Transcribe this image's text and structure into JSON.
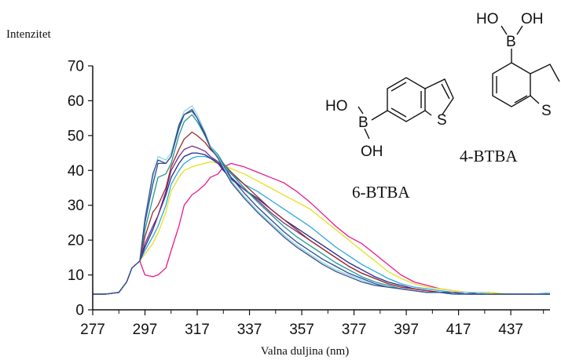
{
  "chart_data": {
    "type": "line",
    "ylabel": "Intenzitet",
    "xlabel": "Valna duljina (nm)",
    "xlim": [
      277,
      452
    ],
    "ylim": [
      0,
      70
    ],
    "x_ticks": [
      277,
      297,
      317,
      337,
      357,
      377,
      397,
      417,
      437
    ],
    "y_ticks": [
      0,
      10,
      20,
      30,
      40,
      50,
      60,
      70
    ],
    "grid": false,
    "legend": "none",
    "annotations": [
      "6-BTBA",
      "4-BTBA"
    ],
    "structures": {
      "btba6": {
        "ho": "HO",
        "b": "B",
        "oh": "OH",
        "s": "S"
      },
      "btba4": {
        "ho": "HO",
        "b": "B",
        "oh": "OH",
        "s": "S"
      }
    },
    "x": [
      277,
      282,
      287,
      290,
      292,
      295,
      297,
      300,
      302,
      305,
      307,
      310,
      312,
      315,
      317,
      320,
      322,
      325,
      327,
      330,
      335,
      340,
      345,
      350,
      355,
      360,
      365,
      370,
      375,
      380,
      385,
      390,
      395,
      400,
      405,
      410,
      415,
      420,
      425,
      430,
      435,
      440,
      445,
      452
    ],
    "series": [
      {
        "color": "#e8198c",
        "values": [
          4.5,
          4.5,
          5,
          8,
          12,
          14,
          10,
          9.5,
          10,
          12,
          17,
          24,
          30,
          33,
          34,
          36,
          38,
          39,
          41,
          42,
          41,
          39.5,
          38,
          36.5,
          34,
          31,
          27.5,
          24,
          21,
          19,
          16,
          13,
          10,
          8,
          7,
          6,
          5.5,
          5,
          5,
          4.5,
          4.5,
          4.5,
          4.5,
          4.5
        ]
      },
      {
        "color": "#e6e01e",
        "values": [
          4.5,
          4.5,
          5,
          8,
          12,
          14,
          16,
          19,
          22,
          28,
          34,
          38,
          40,
          41,
          41.5,
          42,
          42.5,
          42,
          41.5,
          40.5,
          39,
          37,
          35,
          33,
          31,
          29,
          26,
          23,
          20,
          17,
          14,
          11,
          9,
          7.5,
          6.5,
          6,
          5.5,
          5,
          5,
          5,
          4.5,
          4.5,
          4.5,
          4.5
        ]
      },
      {
        "color": "#2ea7e0",
        "values": [
          4.5,
          4.5,
          5,
          8,
          12,
          14,
          17,
          21,
          24,
          30,
          36,
          40,
          42,
          43.5,
          44,
          44,
          43.5,
          42.5,
          41,
          39,
          36,
          34,
          31.5,
          29,
          26.5,
          24,
          21,
          18,
          15.5,
          13,
          11,
          9,
          7.5,
          6.5,
          6,
          5.5,
          5,
          5,
          5,
          4.5,
          4.5,
          4.5,
          4.5,
          4.5
        ]
      },
      {
        "color": "#1e2a8c",
        "values": [
          4.5,
          4.5,
          5,
          8,
          12,
          14,
          18,
          23,
          27,
          33,
          38,
          42,
          44,
          45,
          45,
          44.5,
          43.5,
          42,
          40,
          37.5,
          34.5,
          32,
          29,
          26,
          23.5,
          21,
          18.5,
          16,
          13.5,
          11.5,
          9.5,
          8,
          7,
          6,
          5.5,
          5,
          5,
          5,
          4.5,
          4.5,
          4.5,
          4.5,
          4.5,
          4.5
        ]
      },
      {
        "color": "#7a2a8a",
        "values": [
          4.5,
          4.5,
          5,
          8,
          12,
          14,
          19,
          24,
          27,
          34,
          40,
          44,
          46,
          47,
          46.5,
          45.5,
          44,
          42.5,
          40.5,
          38,
          34.5,
          31.5,
          28,
          25,
          22.5,
          20,
          17.5,
          15,
          12.5,
          10.5,
          9,
          7.5,
          6.5,
          6,
          5.5,
          5,
          5,
          4.5,
          4.5,
          4.5,
          4.5,
          4.5,
          4.5,
          4.5
        ]
      },
      {
        "color": "#9a2a2a",
        "values": [
          4.5,
          4.5,
          5,
          8,
          12,
          14,
          21,
          28,
          30,
          35,
          41,
          46,
          49,
          51,
          50,
          48,
          46,
          44,
          42,
          39.5,
          36,
          32.5,
          29,
          26,
          23,
          20,
          17.5,
          15,
          12.5,
          10.5,
          9,
          7.5,
          6.5,
          6,
          5.5,
          5,
          5,
          4.5,
          4.5,
          4.5,
          4.5,
          4.5,
          4.5,
          4.5
        ]
      },
      {
        "color": "#1e9a8c",
        "values": [
          4.5,
          4.5,
          5,
          8,
          12,
          14,
          23,
          32,
          38,
          39,
          42,
          50,
          54,
          56,
          54,
          50,
          47,
          44.5,
          42,
          39,
          35,
          31,
          27.5,
          24,
          21,
          18.5,
          16,
          13.5,
          11.5,
          9.5,
          8,
          7,
          6,
          5.5,
          5,
          5,
          4.5,
          4.5,
          4.5,
          4.5,
          4.5,
          4.5,
          4.5,
          4.5
        ]
      },
      {
        "color": "#2a4aa0",
        "values": [
          4.5,
          4.5,
          5,
          8,
          12,
          14,
          25,
          36,
          42,
          42,
          44,
          52,
          56,
          57.5,
          55,
          50,
          46.5,
          44,
          41.5,
          38,
          33.5,
          29.5,
          26,
          22.5,
          19.5,
          17,
          14.5,
          12.5,
          10.5,
          9,
          7.5,
          6.5,
          6,
          5.5,
          5,
          5,
          4.5,
          4.5,
          4.5,
          4.5,
          4.5,
          4.5,
          4.5,
          4.5
        ]
      },
      {
        "color": "#8fd8e0",
        "values": [
          4.5,
          4.5,
          5,
          8,
          12,
          14,
          26,
          38,
          44,
          43,
          45,
          53,
          57,
          58.5,
          56,
          51,
          47,
          44,
          41,
          37,
          32.5,
          28.5,
          25,
          21.5,
          18.5,
          16,
          13.5,
          11.5,
          10,
          8.5,
          7,
          6.5,
          6,
          5.5,
          5,
          5,
          5,
          5,
          5,
          4.5,
          4.5,
          4.5,
          4.5,
          5
        ]
      },
      {
        "color": "#3a4e8e",
        "values": [
          4.5,
          4.5,
          5,
          8,
          12,
          14,
          26,
          39,
          43,
          42,
          44,
          53,
          56,
          57,
          55,
          50.5,
          46.5,
          43.5,
          40.5,
          36.5,
          32,
          28,
          24.5,
          21,
          18,
          15.5,
          13,
          11,
          9.5,
          8,
          7,
          6.5,
          6,
          5.5,
          5,
          5,
          5,
          4.5,
          4.5,
          4.5,
          4.5,
          4.5,
          4.5,
          4.5
        ]
      }
    ]
  }
}
